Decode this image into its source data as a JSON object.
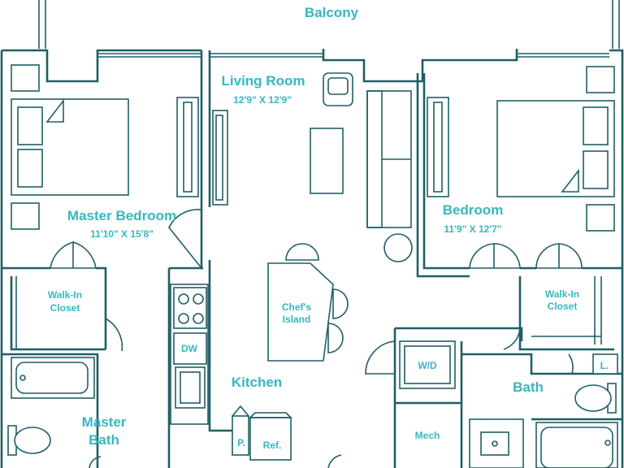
{
  "colors": {
    "wall": "#1f5f66",
    "label": "#36b7c1",
    "background": "#ffffff"
  },
  "rooms": {
    "balcony": {
      "name": "Balcony"
    },
    "living_room": {
      "name": "Living Room",
      "dims": "12'9\" X 12'9\""
    },
    "master_bedroom": {
      "name": "Master Bedroom",
      "dims": "11'10\" X 15'8\""
    },
    "bedroom": {
      "name": "Bedroom",
      "dims": "11'9\" X 12'7\""
    },
    "walkin_left": {
      "line1": "Walk-In",
      "line2": "Closet"
    },
    "walkin_right": {
      "line1": "Walk-In",
      "line2": "Closet"
    },
    "chefs_island": {
      "line1": "Chef's",
      "line2": "Island"
    },
    "kitchen": {
      "name": "Kitchen"
    },
    "master_bath": {
      "line1": "Master",
      "line2": "Bath"
    },
    "bath": {
      "name": "Bath"
    },
    "mech": {
      "name": "Mech"
    }
  },
  "fixtures": {
    "dishwasher": "DW",
    "washer_dryer": "W/D",
    "pantry": "P.",
    "refrigerator": "Ref.",
    "linen": "L."
  }
}
